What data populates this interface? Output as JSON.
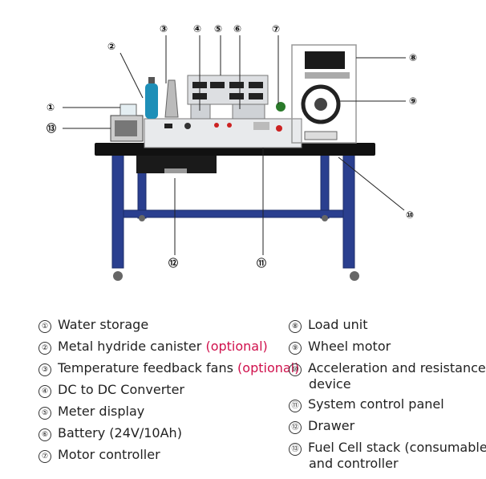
{
  "callouts": [
    "①",
    "②",
    "③",
    "④",
    "⑤",
    "⑥",
    "⑦",
    "⑧",
    "⑨",
    "⑩",
    "⑪",
    "⑫",
    "⑬"
  ],
  "legend": [
    {
      "num": "①",
      "text": "Water storage",
      "optional": ""
    },
    {
      "num": "②",
      "text": "Metal hydride canister",
      "optional": "(optional)"
    },
    {
      "num": "③",
      "text": "Temperature feedback fans",
      "optional": "(optional)"
    },
    {
      "num": "④",
      "text": "DC to DC Converter",
      "optional": ""
    },
    {
      "num": "⑤",
      "text": "Meter display",
      "optional": ""
    },
    {
      "num": "⑥",
      "text": "Battery (24V/10Ah)",
      "optional": ""
    },
    {
      "num": "⑦",
      "text": "Motor controller",
      "optional": ""
    },
    {
      "num": "⑧",
      "text": "Load unit",
      "optional": ""
    },
    {
      "num": "⑨",
      "text": "Wheel motor",
      "optional": ""
    },
    {
      "num": "⑩",
      "text": "Acceleration and resistance",
      "text2": "device",
      "optional": ""
    },
    {
      "num": "⑪",
      "text": "System control panel",
      "optional": ""
    },
    {
      "num": "⑫",
      "text": "Drawer",
      "optional": ""
    },
    {
      "num": "⑬",
      "text": "Fuel Cell stack (consumable)",
      "text2": "and controller",
      "optional": ""
    }
  ]
}
